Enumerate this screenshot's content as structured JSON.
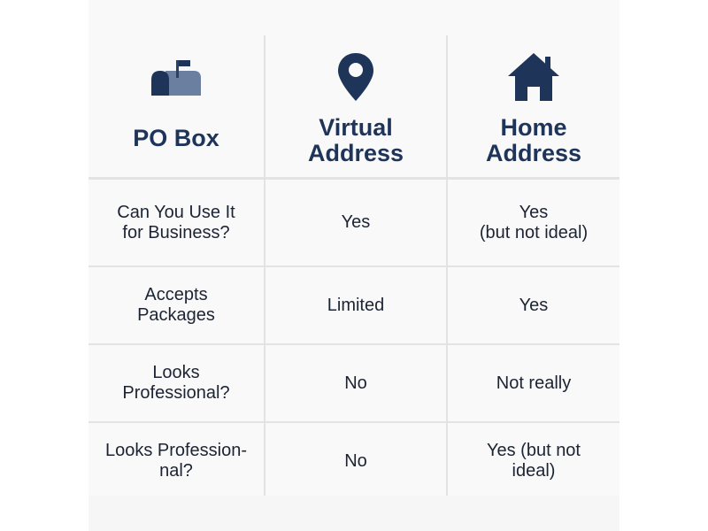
{
  "table": {
    "columns": [
      {
        "label": "PO Box",
        "icon": "mailbox-icon"
      },
      {
        "label_line1": "Virtual",
        "label_line2": "Address",
        "icon": "map-pin-icon"
      },
      {
        "label_line1": "Home",
        "label_line2": "Address",
        "icon": "house-icon"
      }
    ],
    "rows": [
      {
        "label_line1": "Can You Use It",
        "label_line2": "for Business?",
        "virtual": "Yes",
        "home_line1": "Yes",
        "home_line2": "(but not ideal)"
      },
      {
        "label_line1": "Accepts",
        "label_line2": "Packages",
        "virtual": "Limited",
        "home": "Yes"
      },
      {
        "label_line1": "Looks",
        "label_line2": "Professional?",
        "virtual": "No",
        "home": "Not really"
      },
      {
        "label_line1": "Looks Profession-",
        "label_line2": "nal?",
        "virtual": "No",
        "home_line1": "Yes (but not",
        "home_line2": "ideal)"
      }
    ]
  },
  "colors": {
    "navy": "#1e3459",
    "slate": "#6b7fa0",
    "grid_line": "#e3e3e3",
    "background": "#f9f9f9"
  }
}
